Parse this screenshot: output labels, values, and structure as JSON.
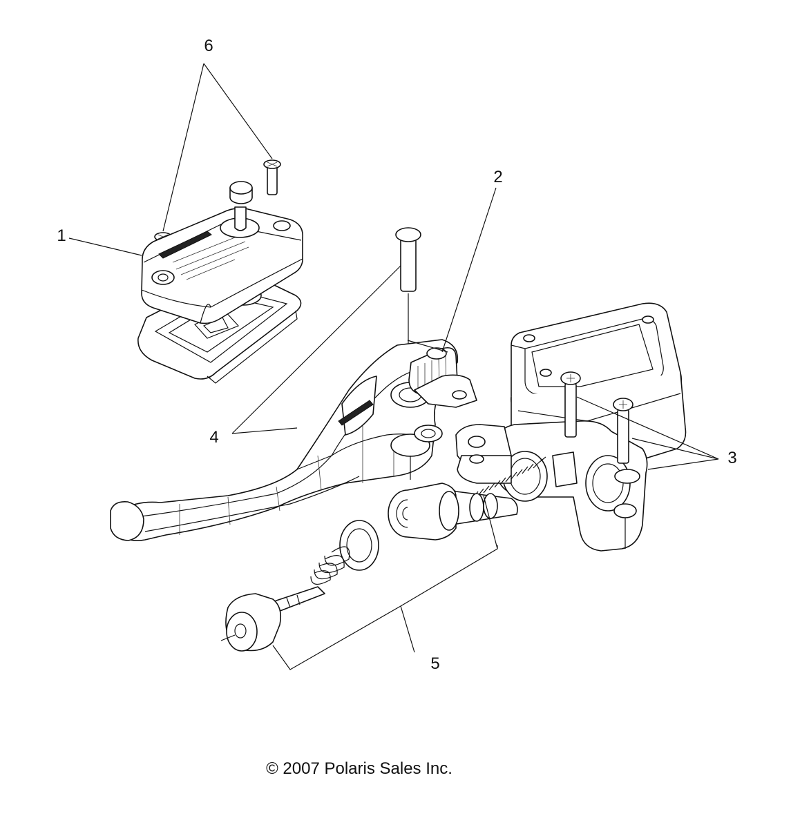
{
  "callouts": {
    "c1": "1",
    "c2": "2",
    "c3": "3",
    "c4": "4",
    "c5": "5",
    "c6": "6"
  },
  "footer": {
    "copyright": "© 2007 Polaris Sales Inc."
  }
}
